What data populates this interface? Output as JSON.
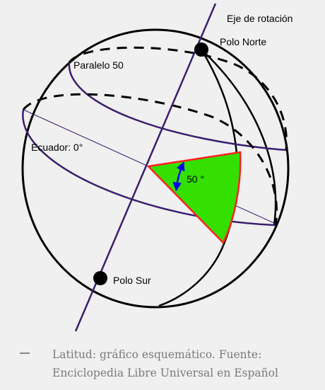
{
  "diagram": {
    "labels": {
      "axis": "Eje de rotación",
      "north_pole": "Polo Norte",
      "south_pole": "Polo Sur",
      "parallel": "Paralelo 50",
      "equator": "Ecuador: 0°",
      "angle": "50 °"
    },
    "colors": {
      "background": "#f0f0f0",
      "outline": "#000000",
      "circle_lines": "#3a1e6e",
      "axis": "#3a1e6e",
      "sector_fill": "#33e000",
      "sector_border": "#ff2020",
      "angle_arrow": "#0000ee"
    }
  },
  "caption": {
    "line1": "Latitud: gráfico esquemático. Fuente:",
    "line2": "Enciclopedia Libre Universal en Español"
  }
}
